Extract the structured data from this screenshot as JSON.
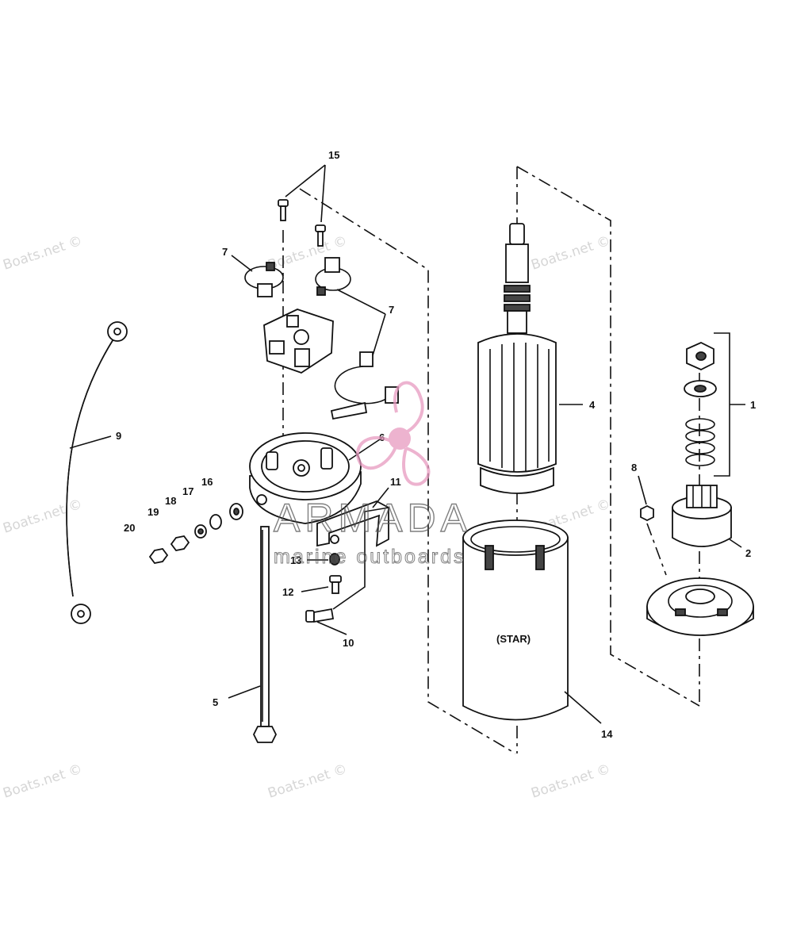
{
  "watermark_text": "Boats.net ©",
  "brand": {
    "name": "ARMADA",
    "tagline": "marine outboards",
    "color": "#e79ac0"
  },
  "frame_caption": "(STAR)",
  "callouts": [
    "1",
    "2",
    "4",
    "5",
    "6",
    "7",
    "7",
    "8",
    "9",
    "10",
    "11",
    "12",
    "13",
    "14",
    "15",
    "16",
    "17",
    "18",
    "19",
    "20"
  ]
}
